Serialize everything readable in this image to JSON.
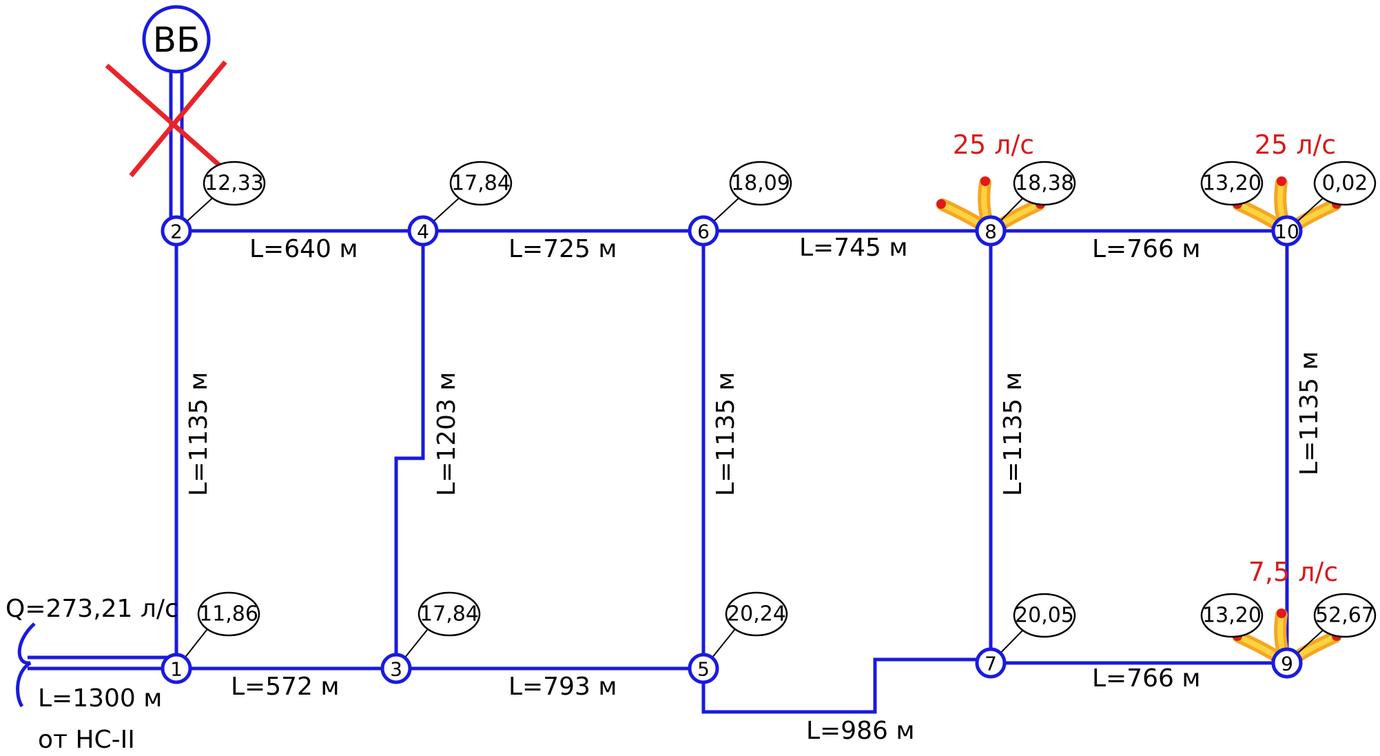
{
  "colors": {
    "pipe": "#1a1ae0",
    "text": "#000000",
    "fire_text": "#d91a1a",
    "cross": "#e8242a",
    "hydrant_outer": "#f5a623",
    "hydrant_inner": "#ffd23f",
    "hydrant_tip": "#e0191b"
  },
  "tower_label": "ВБ",
  "supply": {
    "flow_label": "Q=273,21 л/с",
    "length_label": "L=1300 м",
    "source_label": "от НС-II"
  },
  "nodes": [
    {
      "id": "1",
      "label": "1",
      "flow": "11,86"
    },
    {
      "id": "2",
      "label": "2",
      "flow": "12,33"
    },
    {
      "id": "3",
      "label": "3",
      "flow": "17,84"
    },
    {
      "id": "4",
      "label": "4",
      "flow": "17,84"
    },
    {
      "id": "5",
      "label": "5",
      "flow": "20,24"
    },
    {
      "id": "6",
      "label": "6",
      "flow": "18,09"
    },
    {
      "id": "7",
      "label": "7",
      "flow": "20,05"
    },
    {
      "id": "8",
      "label": "8",
      "flow": "18,38"
    },
    {
      "id": "9",
      "label": "9",
      "flow": "52,67",
      "flow_left": "13,20"
    },
    {
      "id": "10",
      "label": "10",
      "flow": "0,02",
      "flow_left": "13,20"
    }
  ],
  "segments": [
    {
      "id": "2-4",
      "label": "L=640 м"
    },
    {
      "id": "4-6",
      "label": "L=725 м"
    },
    {
      "id": "6-8",
      "label": "L=745 м"
    },
    {
      "id": "8-10",
      "label": "L=766 м"
    },
    {
      "id": "1-3",
      "label": "L=572 м"
    },
    {
      "id": "3-5",
      "label": "L=793 м"
    },
    {
      "id": "5-7",
      "label": "L=986 м"
    },
    {
      "id": "7-9",
      "label": "L=766 м"
    },
    {
      "id": "1-2",
      "label": "L=1135 м"
    },
    {
      "id": "3-4",
      "label": "L=1203 м"
    },
    {
      "id": "5-6",
      "label": "L=1135 м"
    },
    {
      "id": "7-8",
      "label": "L=1135 м"
    },
    {
      "id": "9-10",
      "label": "L=1135 м"
    }
  ],
  "fire_flows": [
    {
      "node": "8",
      "label": "25 л/с"
    },
    {
      "node": "10",
      "label": "25 л/с"
    },
    {
      "node": "9",
      "label": "7,5 л/с"
    }
  ]
}
